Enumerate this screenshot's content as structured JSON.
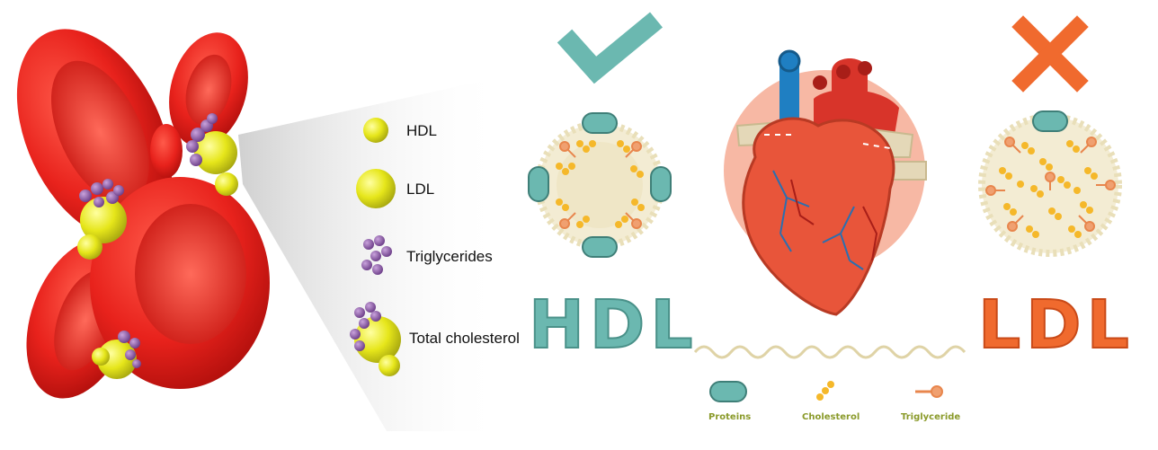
{
  "legend": {
    "hdl": "HDL",
    "ldl": "LDL",
    "triglycerides": "Triglycerides",
    "total_cholesterol": "Total cholesterol"
  },
  "comparison": {
    "good_word": "HDL",
    "bad_word": "LDL"
  },
  "key": {
    "proteins": "Proteins",
    "cholesterol": "Cholesterol",
    "triglyceride": "Triglyceride"
  },
  "colors": {
    "blood_cell": "#e8221c",
    "lipid_yellow": "#e6e61a",
    "triglyceride_purple": "#8e5aa8",
    "teal": "#6bb8b0",
    "orange_x": "#f06a2e",
    "heart": "#e8553a",
    "key_label": "#8a9a2a"
  },
  "icons": [
    "check-icon",
    "cross-icon",
    "heart-illustration"
  ]
}
